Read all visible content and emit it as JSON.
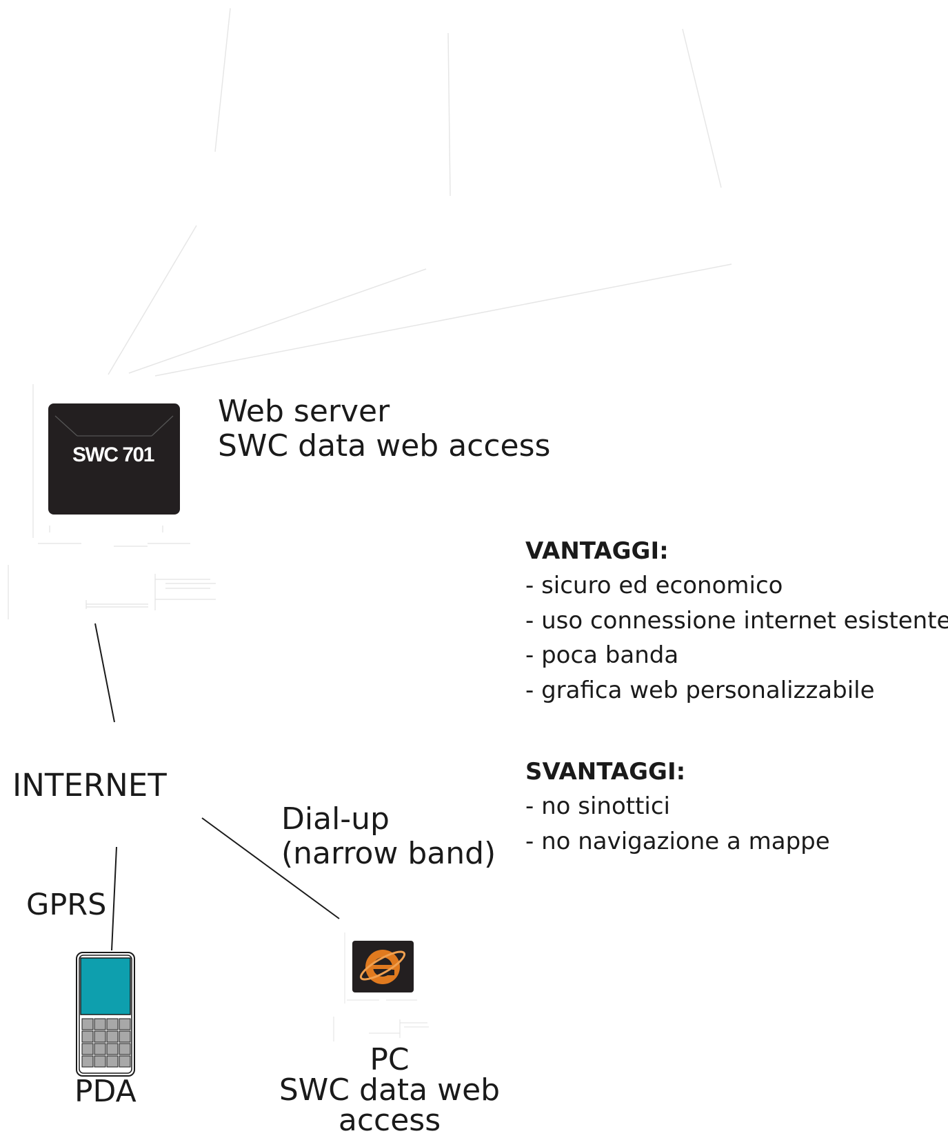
{
  "server": {
    "device_label": "SWC 701",
    "title_line1": "Web server",
    "title_line2": "SWC data web access"
  },
  "network": {
    "internet": "INTERNET",
    "gprs": "GPRS",
    "dialup_line1": "Dial-up",
    "dialup_line2": "(narrow band)"
  },
  "pda": {
    "label": "PDA"
  },
  "pc": {
    "line1": "PC",
    "line2": "SWC data web access",
    "icon": "internet-explorer-icon"
  },
  "advantages": {
    "heading": "VANTAGGI:",
    "items": [
      "- sicuro ed economico",
      "- uso connessione internet esistente",
      "- poca banda",
      "- grafica web personalizzabile"
    ]
  },
  "disadvantages": {
    "heading": "SVANTAGGI:",
    "items": [
      "- no sinottici",
      "- no navigazione a mappe"
    ]
  },
  "colors": {
    "screen_dark": "#231f20",
    "pda_screen": "#0e9fae",
    "pda_keys": "#a8a8a8",
    "ie_orange": "#e07a1f"
  }
}
